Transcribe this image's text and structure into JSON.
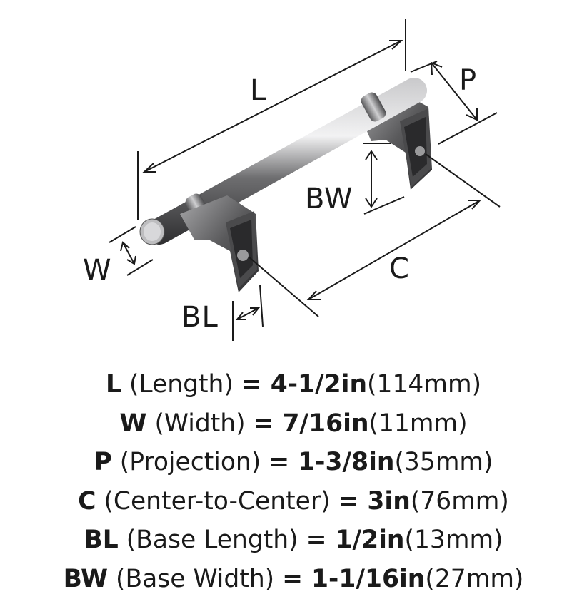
{
  "dimension_labels": {
    "L": "L",
    "P": "P",
    "BW": "BW",
    "W": "W",
    "C": "C",
    "BL": "BL"
  },
  "specs": [
    {
      "key": "L",
      "desc": " (Length) ",
      "eq": "= ",
      "val": "4-1/2in",
      "metric": "(114mm)"
    },
    {
      "key": "W",
      "desc": " (Width) ",
      "eq": "= ",
      "val": "7/16in",
      "metric": "(11mm)"
    },
    {
      "key": "P",
      "desc": " (Projection) ",
      "eq": "= ",
      "val": "1-3/8in",
      "metric": "(35mm)"
    },
    {
      "key": "C",
      "desc": " (Center-to-Center) ",
      "eq": "= ",
      "val": "3in",
      "metric": "(76mm)"
    },
    {
      "key": "BL",
      "desc": " (Base Length) ",
      "eq": "= ",
      "val": "1/2in",
      "metric": "(13mm)"
    },
    {
      "key": "BW",
      "desc": " (Base Width) ",
      "eq": "= ",
      "val": "1-1/16in",
      "metric": "(27mm)"
    }
  ],
  "colors": {
    "finish_dark": "#3b3b3c",
    "finish_mid": "#8a8a8c",
    "finish_light": "#d9d9da",
    "line": "#1a1a1a"
  }
}
